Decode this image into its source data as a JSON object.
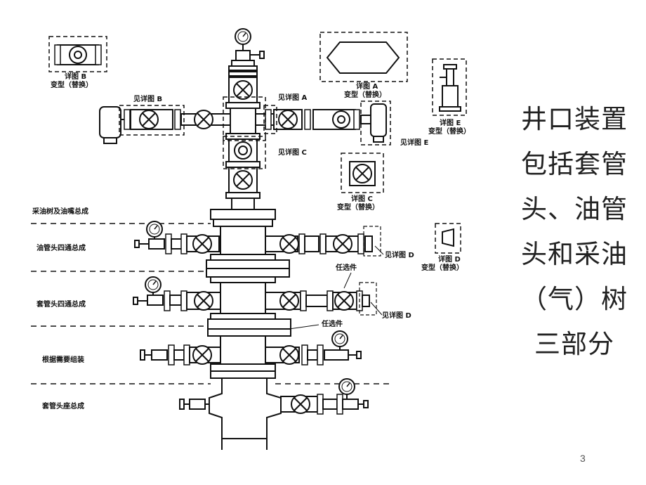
{
  "side_caption": {
    "lines": [
      "井口装置",
      "包括套管",
      "头、油管",
      "头和采油",
      "（气）树",
      "三部分"
    ]
  },
  "page_number": "3",
  "diagram": {
    "sections": [
      "采油树及油嘴总成",
      "油管头四通总成",
      "套管头四通总成",
      "根据需要组装",
      "套管头座总成"
    ],
    "callouts": {
      "see_a": "见详图 A",
      "see_b": "见详图 B",
      "see_c": "见详图 C",
      "see_d1": "见详图 D",
      "see_d2": "见详图 D",
      "see_e": "见详图 E",
      "optional1": "任选件",
      "optional2": "任选件"
    },
    "details": {
      "b_title": "详图 B",
      "b_sub": "变型（替换）",
      "a_title": "详图 A",
      "a_sub": "变型（替换）",
      "e_title": "详图 E",
      "e_sub": "变型（替换）",
      "c_title": "详图 C",
      "c_sub": "变型（替换）",
      "d_title": "详图 D",
      "d_sub": "变型（替换）"
    }
  }
}
